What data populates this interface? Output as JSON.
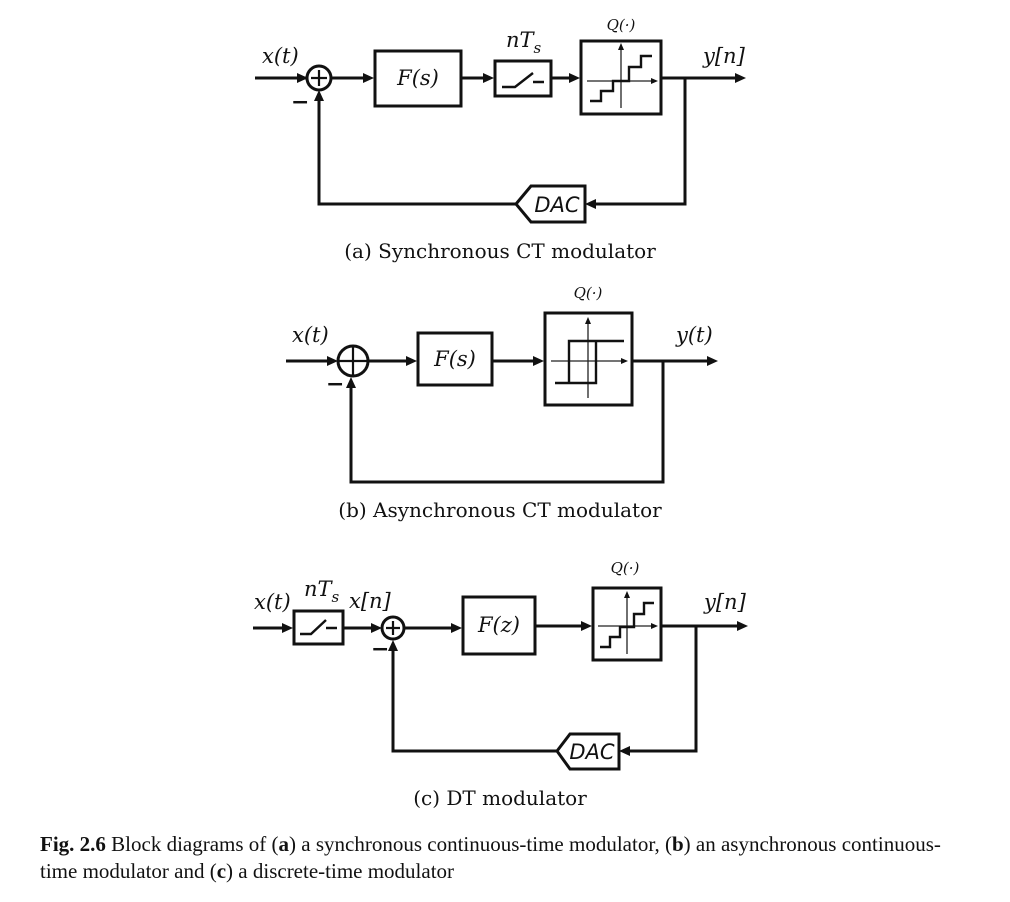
{
  "diagram_a": {
    "input_label": "x(t)",
    "output_label": "y[n]",
    "sum_sign": "−",
    "filter_label": "F(s)",
    "sampler_label": "nT",
    "sampler_sub": "s",
    "quantizer_label": "Q(·)",
    "dac_label": "DAC",
    "caption": "(a) Synchronous CT modulator"
  },
  "diagram_b": {
    "input_label": "x(t)",
    "output_label": "y(t)",
    "sum_sign": "−",
    "filter_label": "F(s)",
    "quantizer_label": "Q(·)",
    "caption": "(b) Asynchronous CT modulator"
  },
  "diagram_c": {
    "input_label": "x(t)",
    "sampled_label": "x[n]",
    "output_label": "y[n]",
    "sum_sign": "−",
    "sampler_label": "nT",
    "sampler_sub": "s",
    "filter_label": "F(z)",
    "quantizer_label": "Q(·)",
    "dac_label": "DAC",
    "caption": "(c) DT modulator"
  },
  "figure_caption": {
    "number": "Fig. 2.6",
    "text_1": " Block diagrams of (",
    "a": "a",
    "text_2": ") a synchronous continuous-time modulator, (",
    "b": "b",
    "text_3": ") an asynchronous continuous-time modulator and (",
    "c": "c",
    "text_4": ") a discrete-time modulator"
  }
}
